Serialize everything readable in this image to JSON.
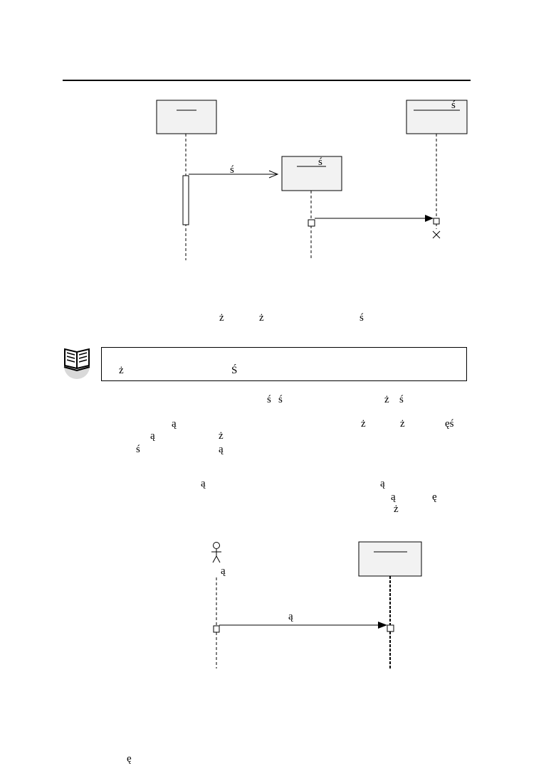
{
  "fig1": {
    "obj_left_label": "",
    "obj_right_label": "ś",
    "obj_mid_label": "ś",
    "msg_label": "ś"
  },
  "text_block_1": {
    "line_1": [
      "ż",
      "ż",
      "ś"
    ]
  },
  "note": {
    "line_1": [
      "ż",
      "Ś"
    ]
  },
  "text_block_2": {
    "line_1": [
      "ś",
      "ś",
      "ż",
      "ś"
    ],
    "line_2": [
      "ą",
      "ż",
      "ż",
      "ęś"
    ],
    "line_3": [
      "ą",
      "ż"
    ],
    "line_4": [
      "ś",
      "ą"
    ]
  },
  "text_block_3": {
    "line_1": [
      "ą",
      "ą"
    ],
    "line_2": [
      "ą",
      "ę"
    ],
    "line_3": [
      "ż"
    ]
  },
  "fig2": {
    "actor_label": "ą",
    "obj_label": "",
    "msg_label": "ą"
  },
  "footer": {
    "glyph": "ę"
  }
}
